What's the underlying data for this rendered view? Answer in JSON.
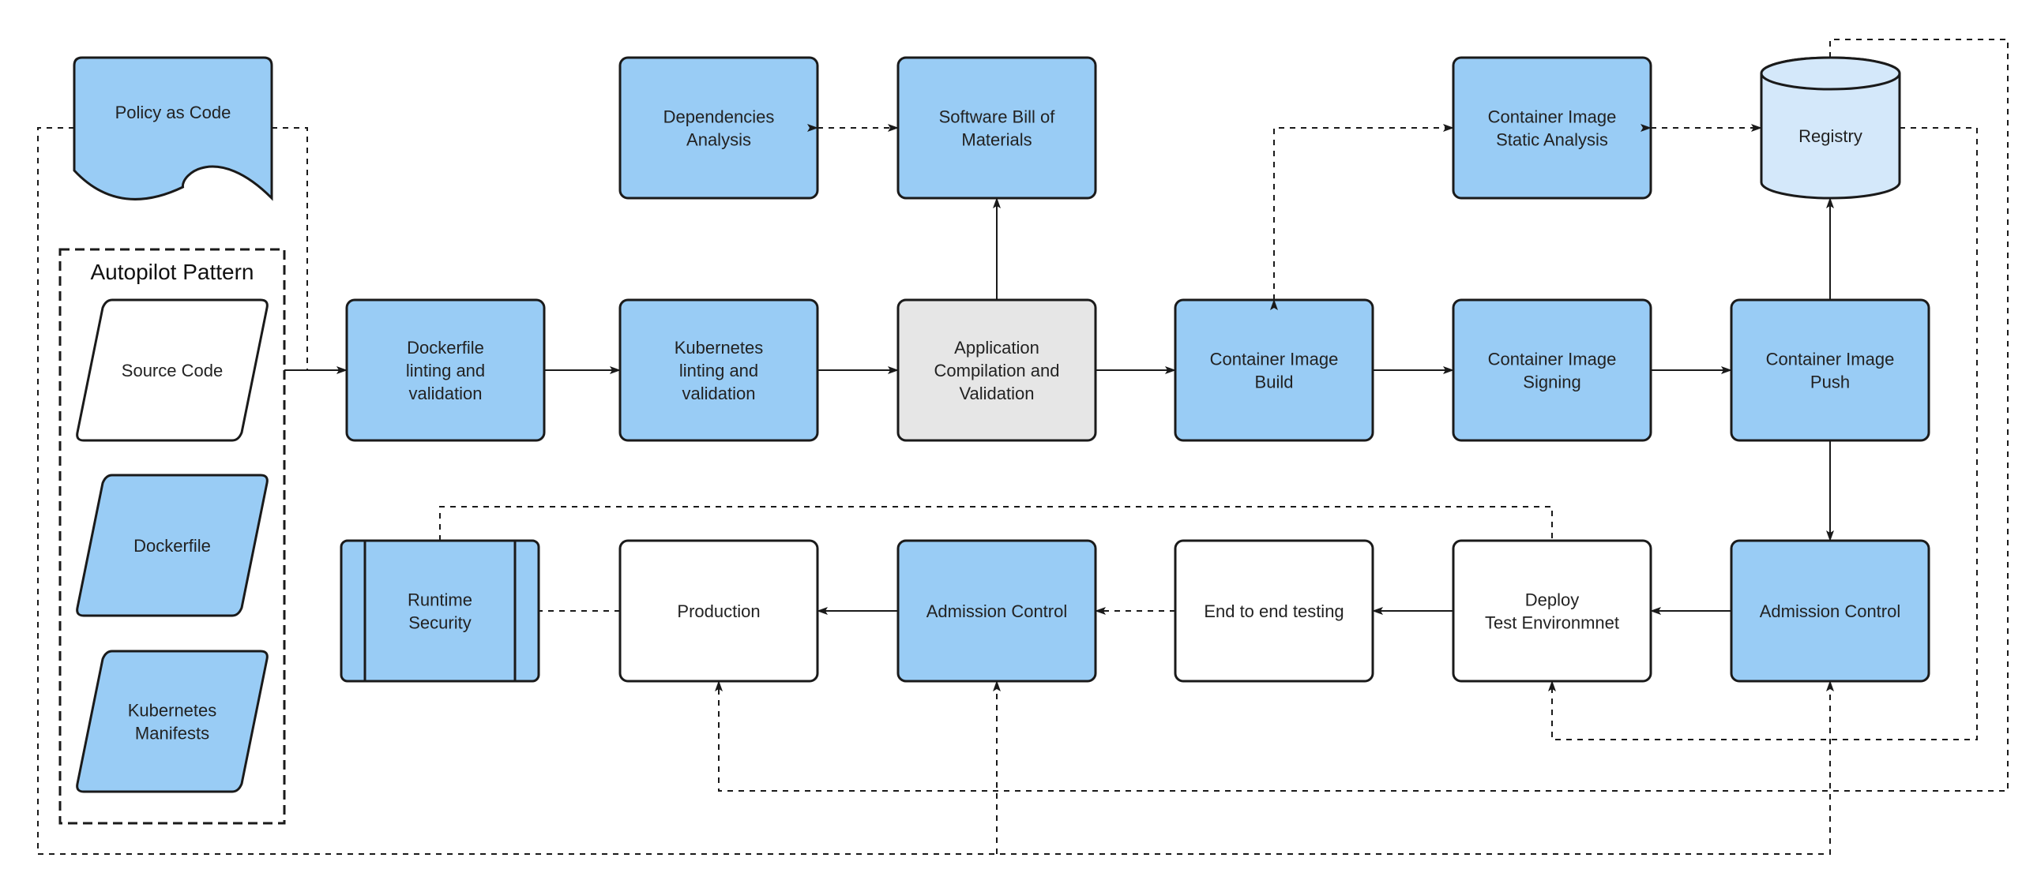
{
  "colors": {
    "blue": "#99ccf5",
    "light_blue": "#d4e8fa",
    "gray": "#e6e6e6",
    "white": "#ffffff",
    "stroke": "#1a1a1a"
  },
  "group": {
    "title": "Autopilot Pattern"
  },
  "nodes": {
    "policy_as_code": [
      "Policy as Code"
    ],
    "source_code": [
      "Source Code"
    ],
    "dockerfile": [
      "Dockerfile"
    ],
    "kubernetes_manifests": [
      "Kubernetes",
      "Manifests"
    ],
    "dockerfile_linting": [
      "Dockerfile",
      "linting and",
      "validation"
    ],
    "kubernetes_linting": [
      "Kubernetes",
      "linting and",
      "validation"
    ],
    "app_compilation": [
      "Application",
      "Compilation and",
      "Validation"
    ],
    "dependencies_analysis": [
      "Dependencies",
      "Analysis"
    ],
    "sbom": [
      "Software Bill of",
      "Materials"
    ],
    "container_image_build": [
      "Container Image",
      "Build"
    ],
    "container_image_signing": [
      "Container Image",
      "Signing"
    ],
    "container_image_push": [
      "Container Image",
      "Push"
    ],
    "container_image_static_analysis": [
      "Container Image",
      "Static Analysis"
    ],
    "registry": [
      "Registry"
    ],
    "admission_control_right": [
      "Admission Control"
    ],
    "deploy_test_env": [
      "Deploy",
      "Test Environmnet"
    ],
    "end_to_end_testing": [
      "End to end testing"
    ],
    "admission_control_left": [
      "Admission Control"
    ],
    "production": [
      "Production"
    ],
    "runtime_security": [
      "Runtime",
      "Security"
    ]
  }
}
